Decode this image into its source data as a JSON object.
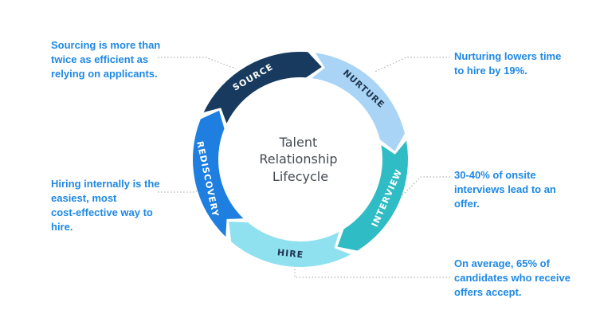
{
  "center_title": [
    "Talent",
    "Relationship",
    "Lifecycle"
  ],
  "stages": [
    {
      "id": "source",
      "label": "SOURCE",
      "color": "#173a5e",
      "text_color": "#ffffff"
    },
    {
      "id": "nurture",
      "label": "NURTURE",
      "color": "#a9d4f5",
      "text_color": "#1f3550"
    },
    {
      "id": "interview",
      "label": "INTERVIEW",
      "color": "#2fbcc4",
      "text_color": "#ffffff"
    },
    {
      "id": "hire",
      "label": "HIRE",
      "color": "#8fe1f0",
      "text_color": "#1f3550"
    },
    {
      "id": "rediscovery",
      "label": "REDISCOVERY",
      "color": "#1e7fe0",
      "text_color": "#ffffff"
    }
  ],
  "notes": {
    "source": [
      "Sourcing is more than",
      "twice as efficient as",
      "relying on applicants."
    ],
    "nurture": [
      "Nurturing lowers time",
      "to hire by 19%."
    ],
    "interview": [
      "30-40% of onsite",
      "interviews lead to an",
      "offer."
    ],
    "hire": [
      "On average, 65% of",
      "candidates who receive",
      "offers accept."
    ],
    "rediscovery": [
      "Hiring internally is the",
      "easiest, most",
      "cost-effective way to",
      "hire."
    ]
  }
}
